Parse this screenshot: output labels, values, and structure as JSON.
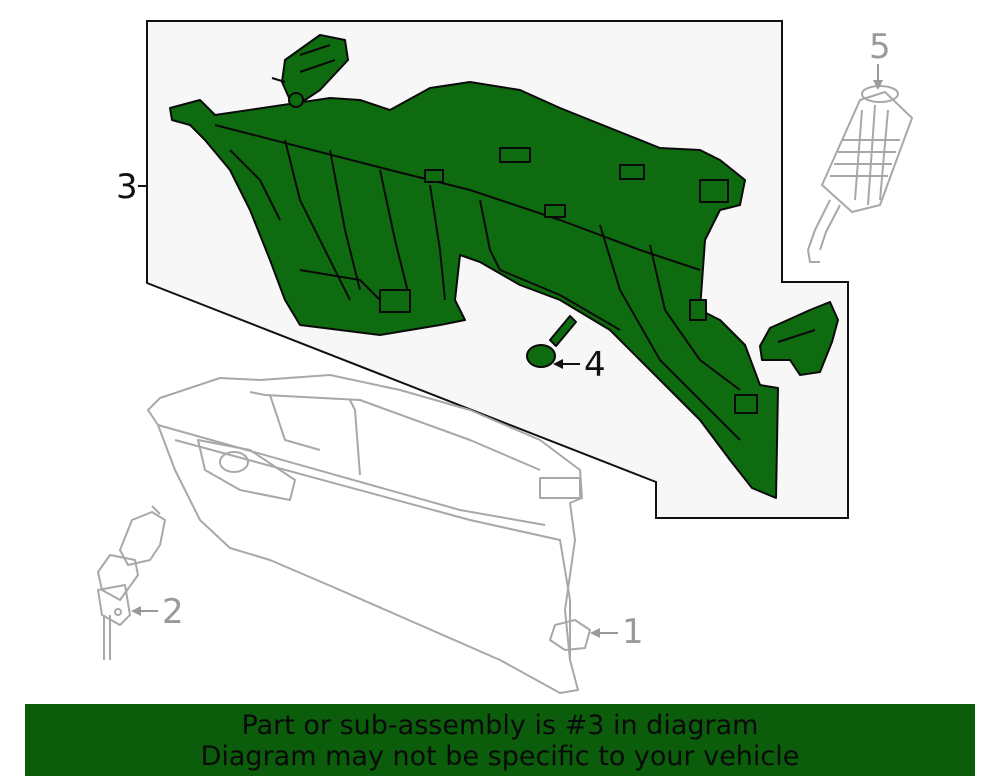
{
  "diagram": {
    "callouts": {
      "one": "1",
      "two": "2",
      "three": "3",
      "four": "4",
      "five": "5"
    },
    "colors": {
      "highlight_fill": "#0f6b0f",
      "highlight_stroke": "#0a0a0a",
      "panel_bg": "#f7f7f7",
      "other_parts": "#a8a8a8"
    }
  },
  "banner": {
    "line1": "Part or sub-assembly is #3 in diagram",
    "line2": "Diagram may not be specific to your vehicle",
    "background": "#0b5d0b"
  }
}
